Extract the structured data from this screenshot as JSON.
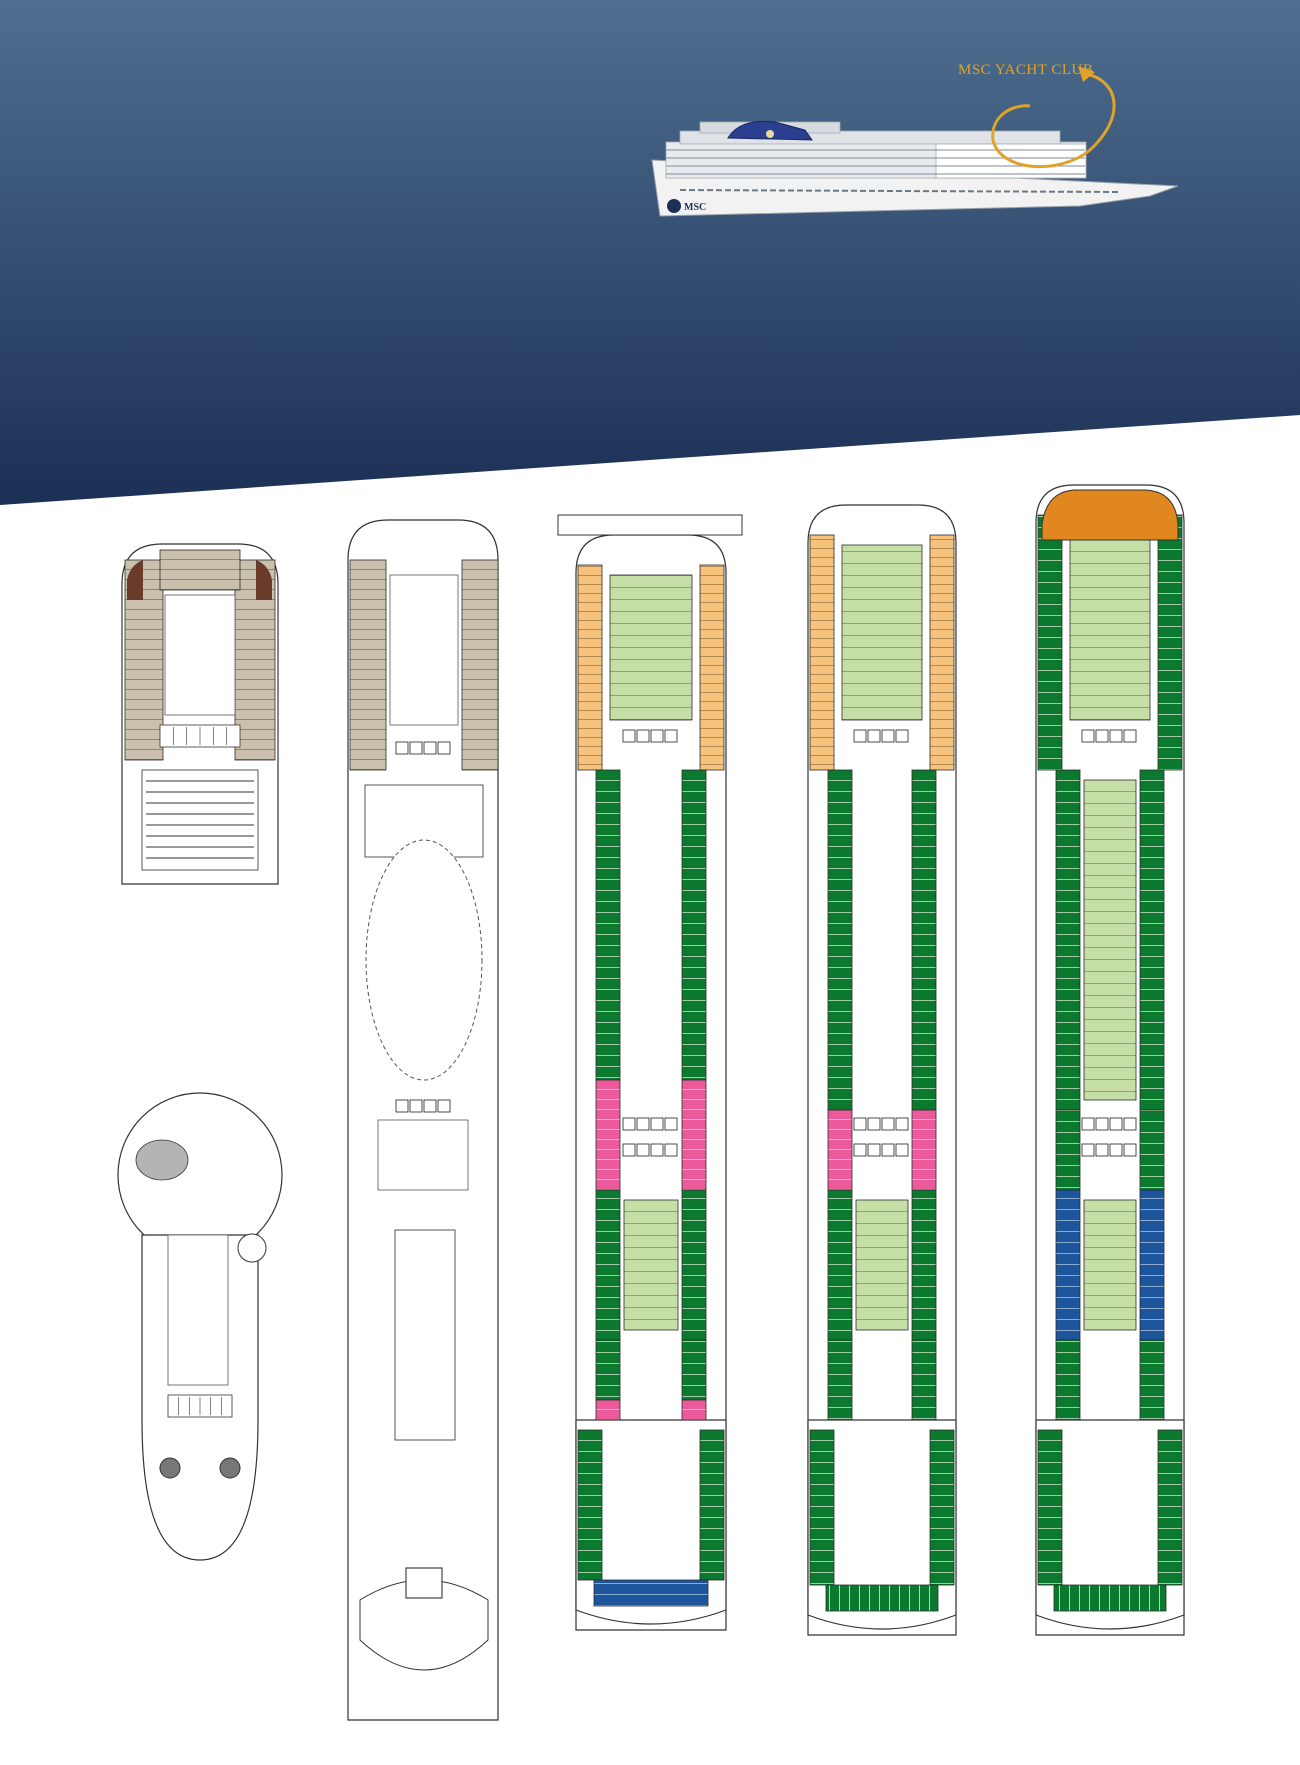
{
  "header": {
    "label": "MSC YACHT CLUB",
    "label_color": "#e0a32a",
    "bg_top": "#4e6f8f",
    "bg_bottom": "#1c2f55"
  },
  "ship": {
    "logo_text": "MSC",
    "funnel_color": "#2a3f8f"
  },
  "legend_colors": {
    "orange": "#f6c27c",
    "dark_green": "#0b7a2e",
    "light_green": "#c6dfa6",
    "pink": "#ec5a9c",
    "blue": "#1d559a",
    "taupe": "#c9c0ae",
    "brown": "#6b3b2a",
    "yacht_orange": "#e0871f"
  },
  "decks": [
    {
      "name": "deck-plan-1"
    },
    {
      "name": "deck-plan-2"
    },
    {
      "name": "deck-plan-3"
    },
    {
      "name": "deck-plan-4"
    },
    {
      "name": "deck-plan-5"
    },
    {
      "name": "deck-plan-6"
    }
  ]
}
